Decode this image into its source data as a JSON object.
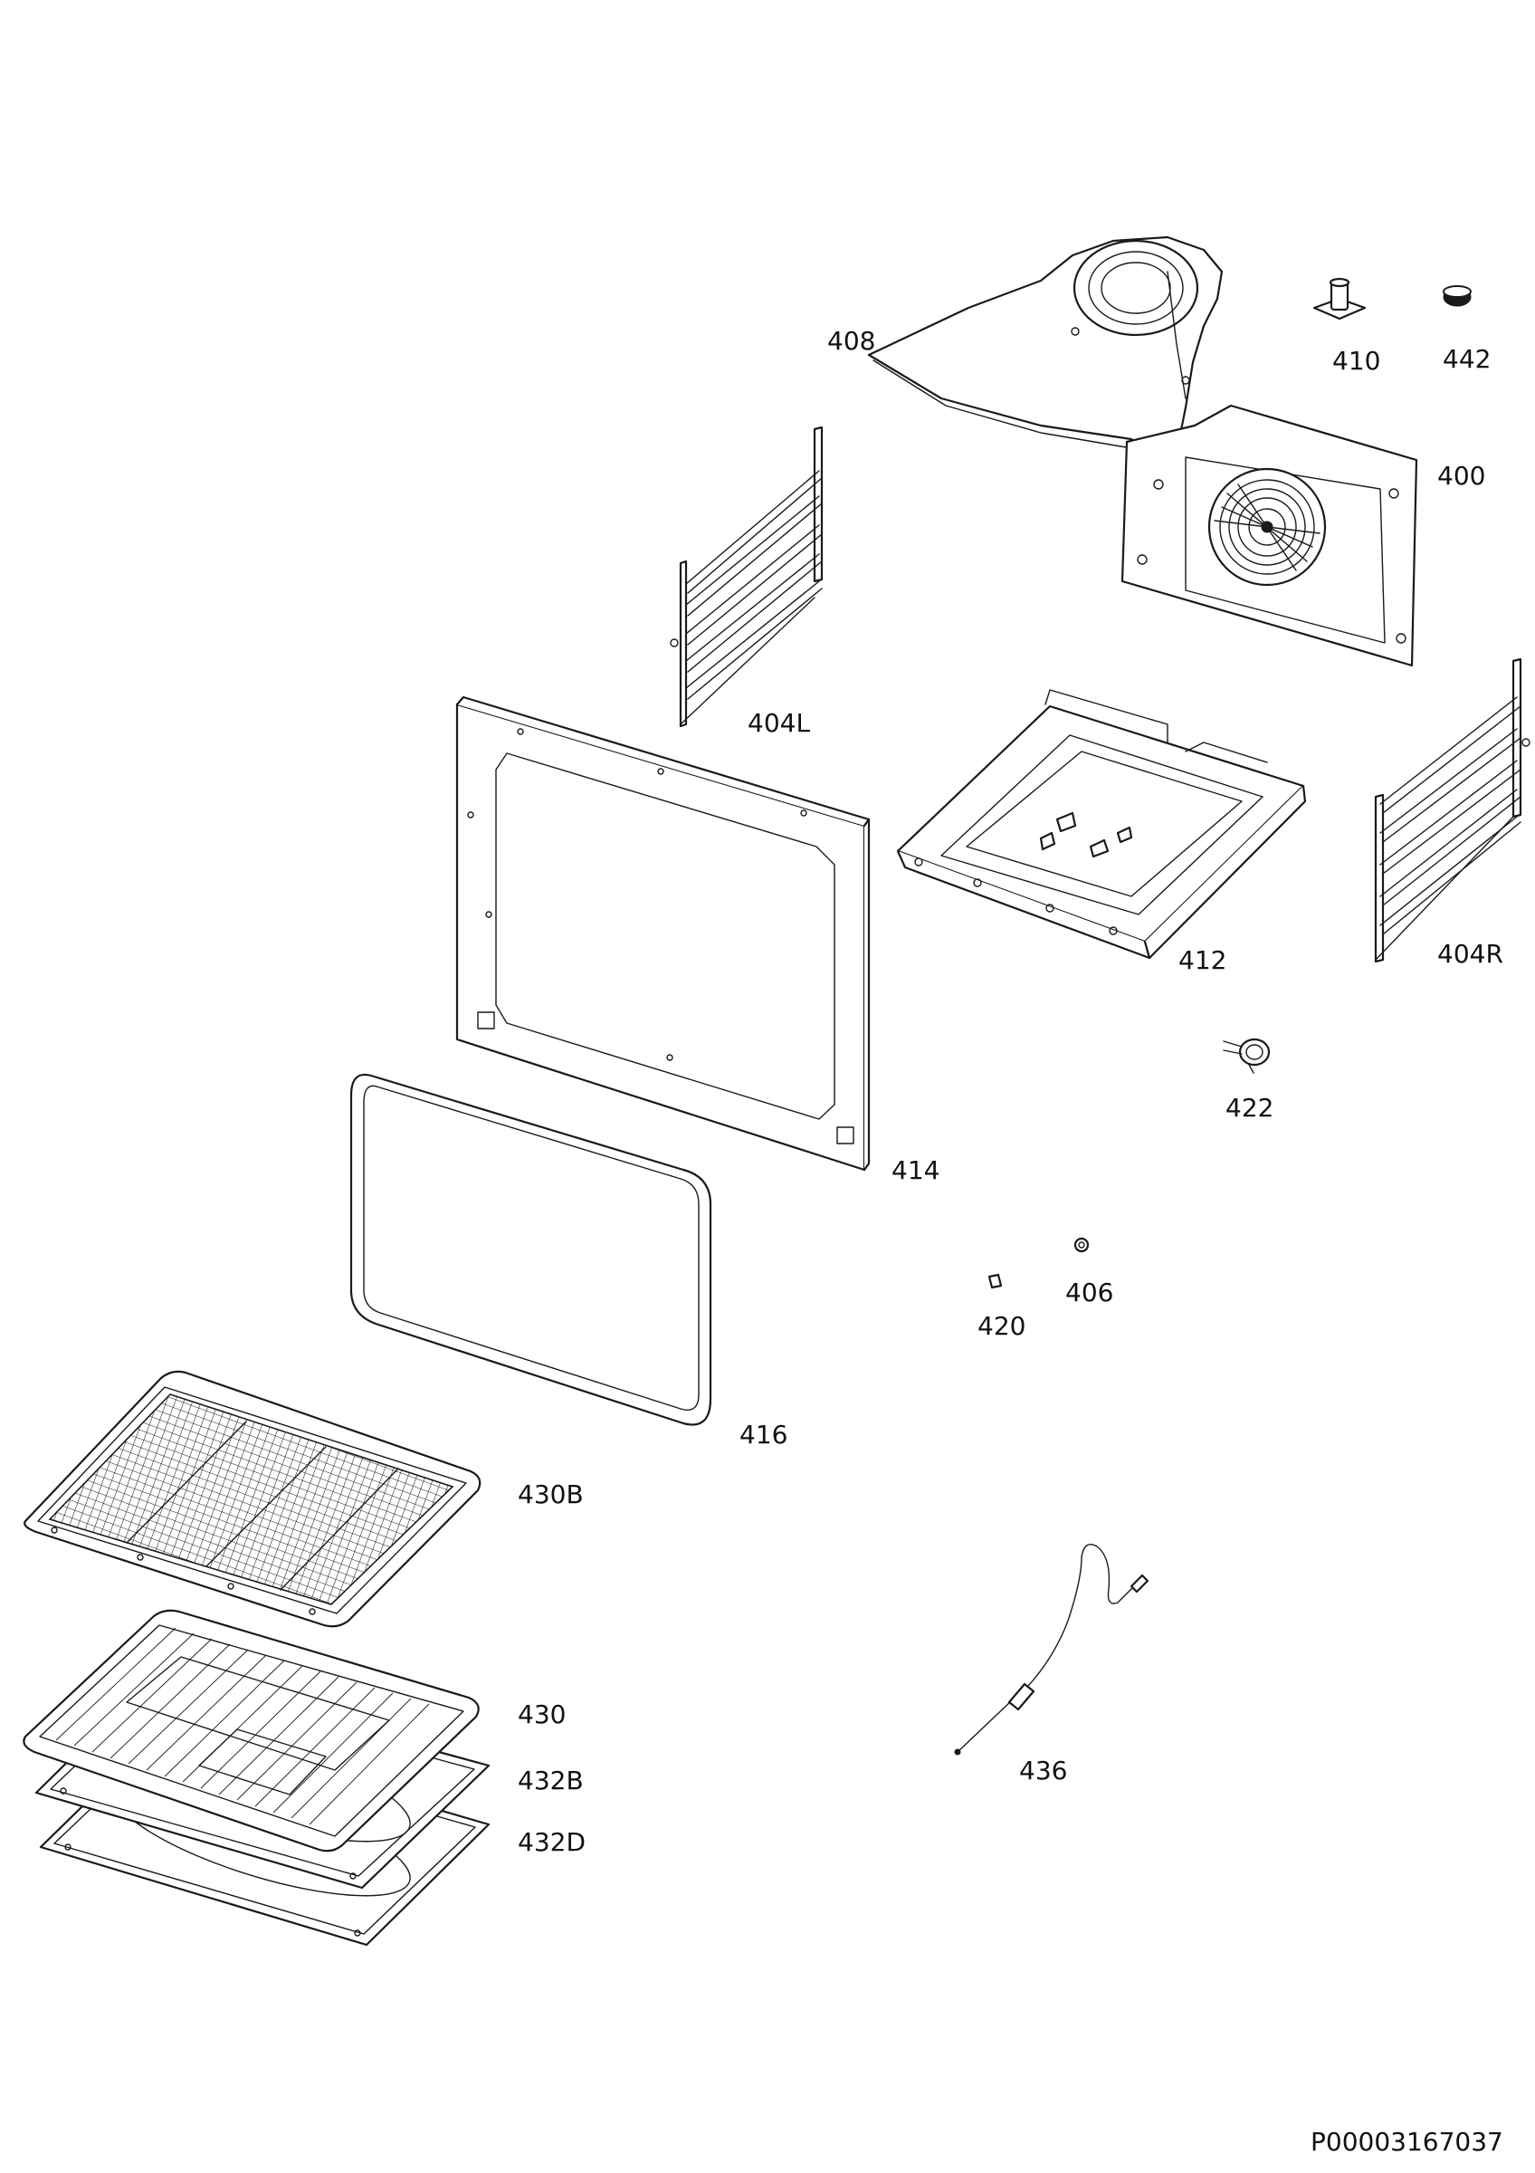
{
  "labels": {
    "p408": "408",
    "p410": "410",
    "p442": "442",
    "p400": "400",
    "p404L": "404L",
    "p404R": "404R",
    "p412": "412",
    "p414": "414",
    "p416": "416",
    "p422": "422",
    "p406": "406",
    "p420": "420",
    "p430B": "430B",
    "p430": "430",
    "p432B": "432B",
    "p432D": "432D",
    "p436": "436"
  },
  "document_number": "P00003167037"
}
